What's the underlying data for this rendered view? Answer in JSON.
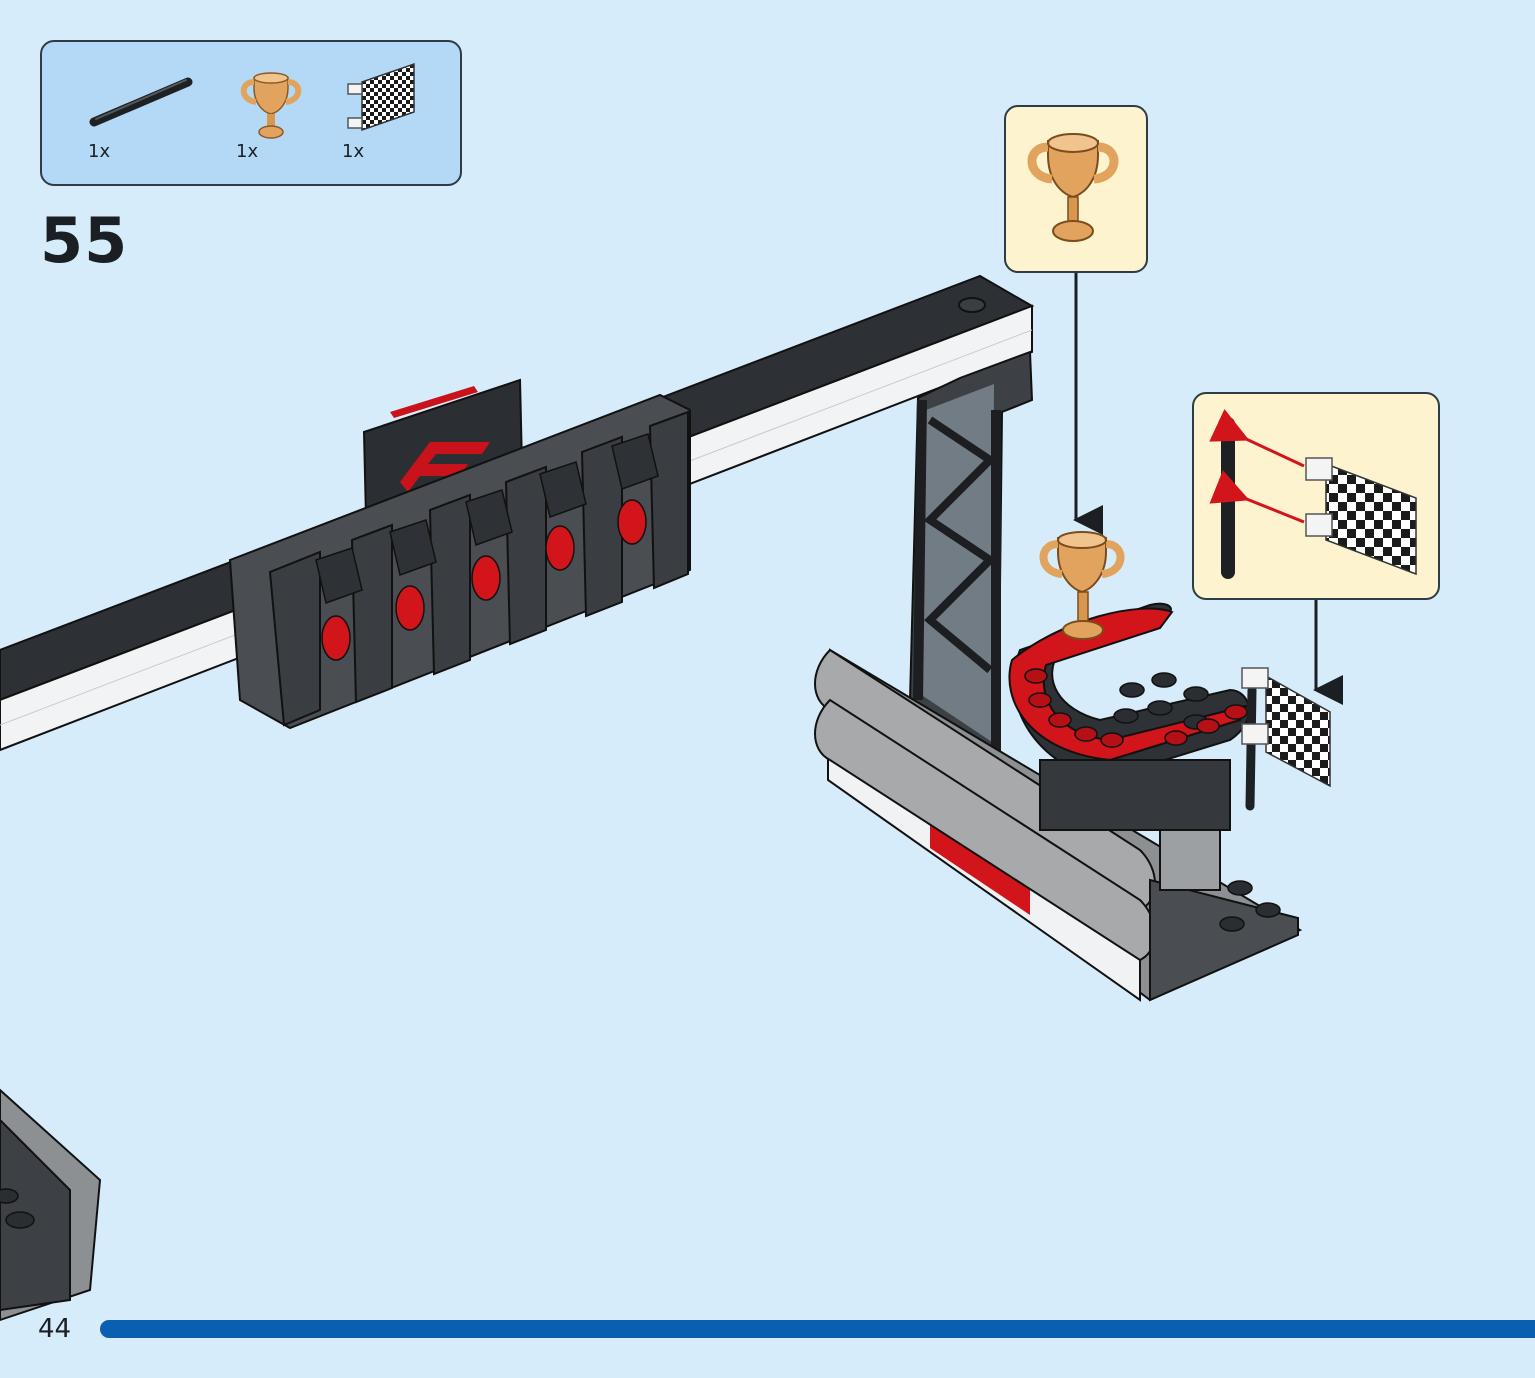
{
  "parts_list": {
    "items": [
      {
        "name": "black-bar",
        "qty": "1x"
      },
      {
        "name": "gold-trophy",
        "qty": "1x"
      },
      {
        "name": "checkered-flag",
        "qty": "1x"
      }
    ]
  },
  "step": {
    "number": "55"
  },
  "page": {
    "number": "44"
  },
  "colors": {
    "background": "#d6ecfb",
    "parts_box": "#b3d9f6",
    "callout": "#fdf3cf",
    "progress_bar": "#0a5fb0",
    "brick_red": "#d2141b",
    "trophy_gold": "#e1a35d",
    "dark_gray": "#3d4145",
    "light_gray": "#a7a9ab"
  }
}
